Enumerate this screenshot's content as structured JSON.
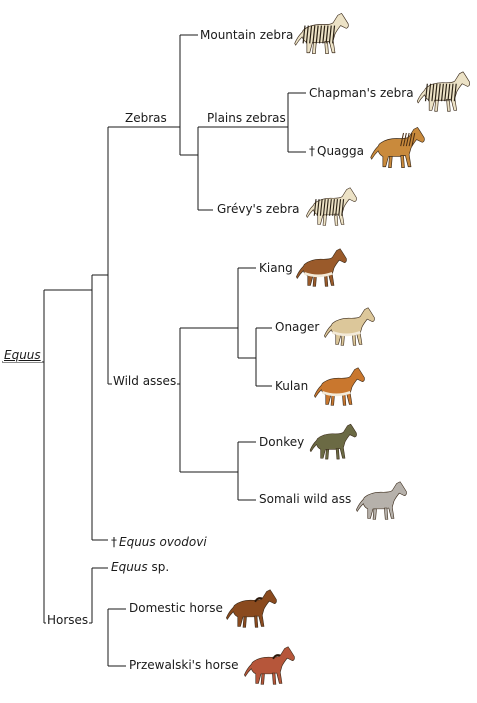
{
  "root": {
    "genus": "Equus"
  },
  "clades": {
    "zebras": "Zebras",
    "plains_zebras": "Plains zebras",
    "wild_asses": "Wild asses",
    "horses": "Horses"
  },
  "taxa": {
    "mountain_zebra": "Mountain zebra",
    "chapmans_zebra": "Chapman's zebra",
    "quagga": "Quagga",
    "grevys_zebra": "Grévy's zebra",
    "kiang": "Kiang",
    "onager": "Onager",
    "kulan": "Kulan",
    "donkey": "Donkey",
    "somali_wild_ass": "Somali wild ass",
    "equus_ovodovi": "Equus ovodovi",
    "equus_sp_genus": "Equus",
    "equus_sp_suffix": " sp.",
    "domestic_horse": "Domestic horse",
    "przewalskis_horse": "Przewalski's horse"
  },
  "extinct_marker": "†",
  "colors": {
    "line": "#1a1a1a",
    "zebra_body": "#ece2c6",
    "zebra_stripe": "#2b2216",
    "quagga": "#c98a3c",
    "kiang": "#9a5a2a",
    "onager": "#dcc79a",
    "kulan": "#c9772e",
    "donkey": "#6b6a44",
    "somali_ass": "#b6b1ab",
    "domestic_horse": "#8a4a1e",
    "przewalski": "#b6563a"
  }
}
